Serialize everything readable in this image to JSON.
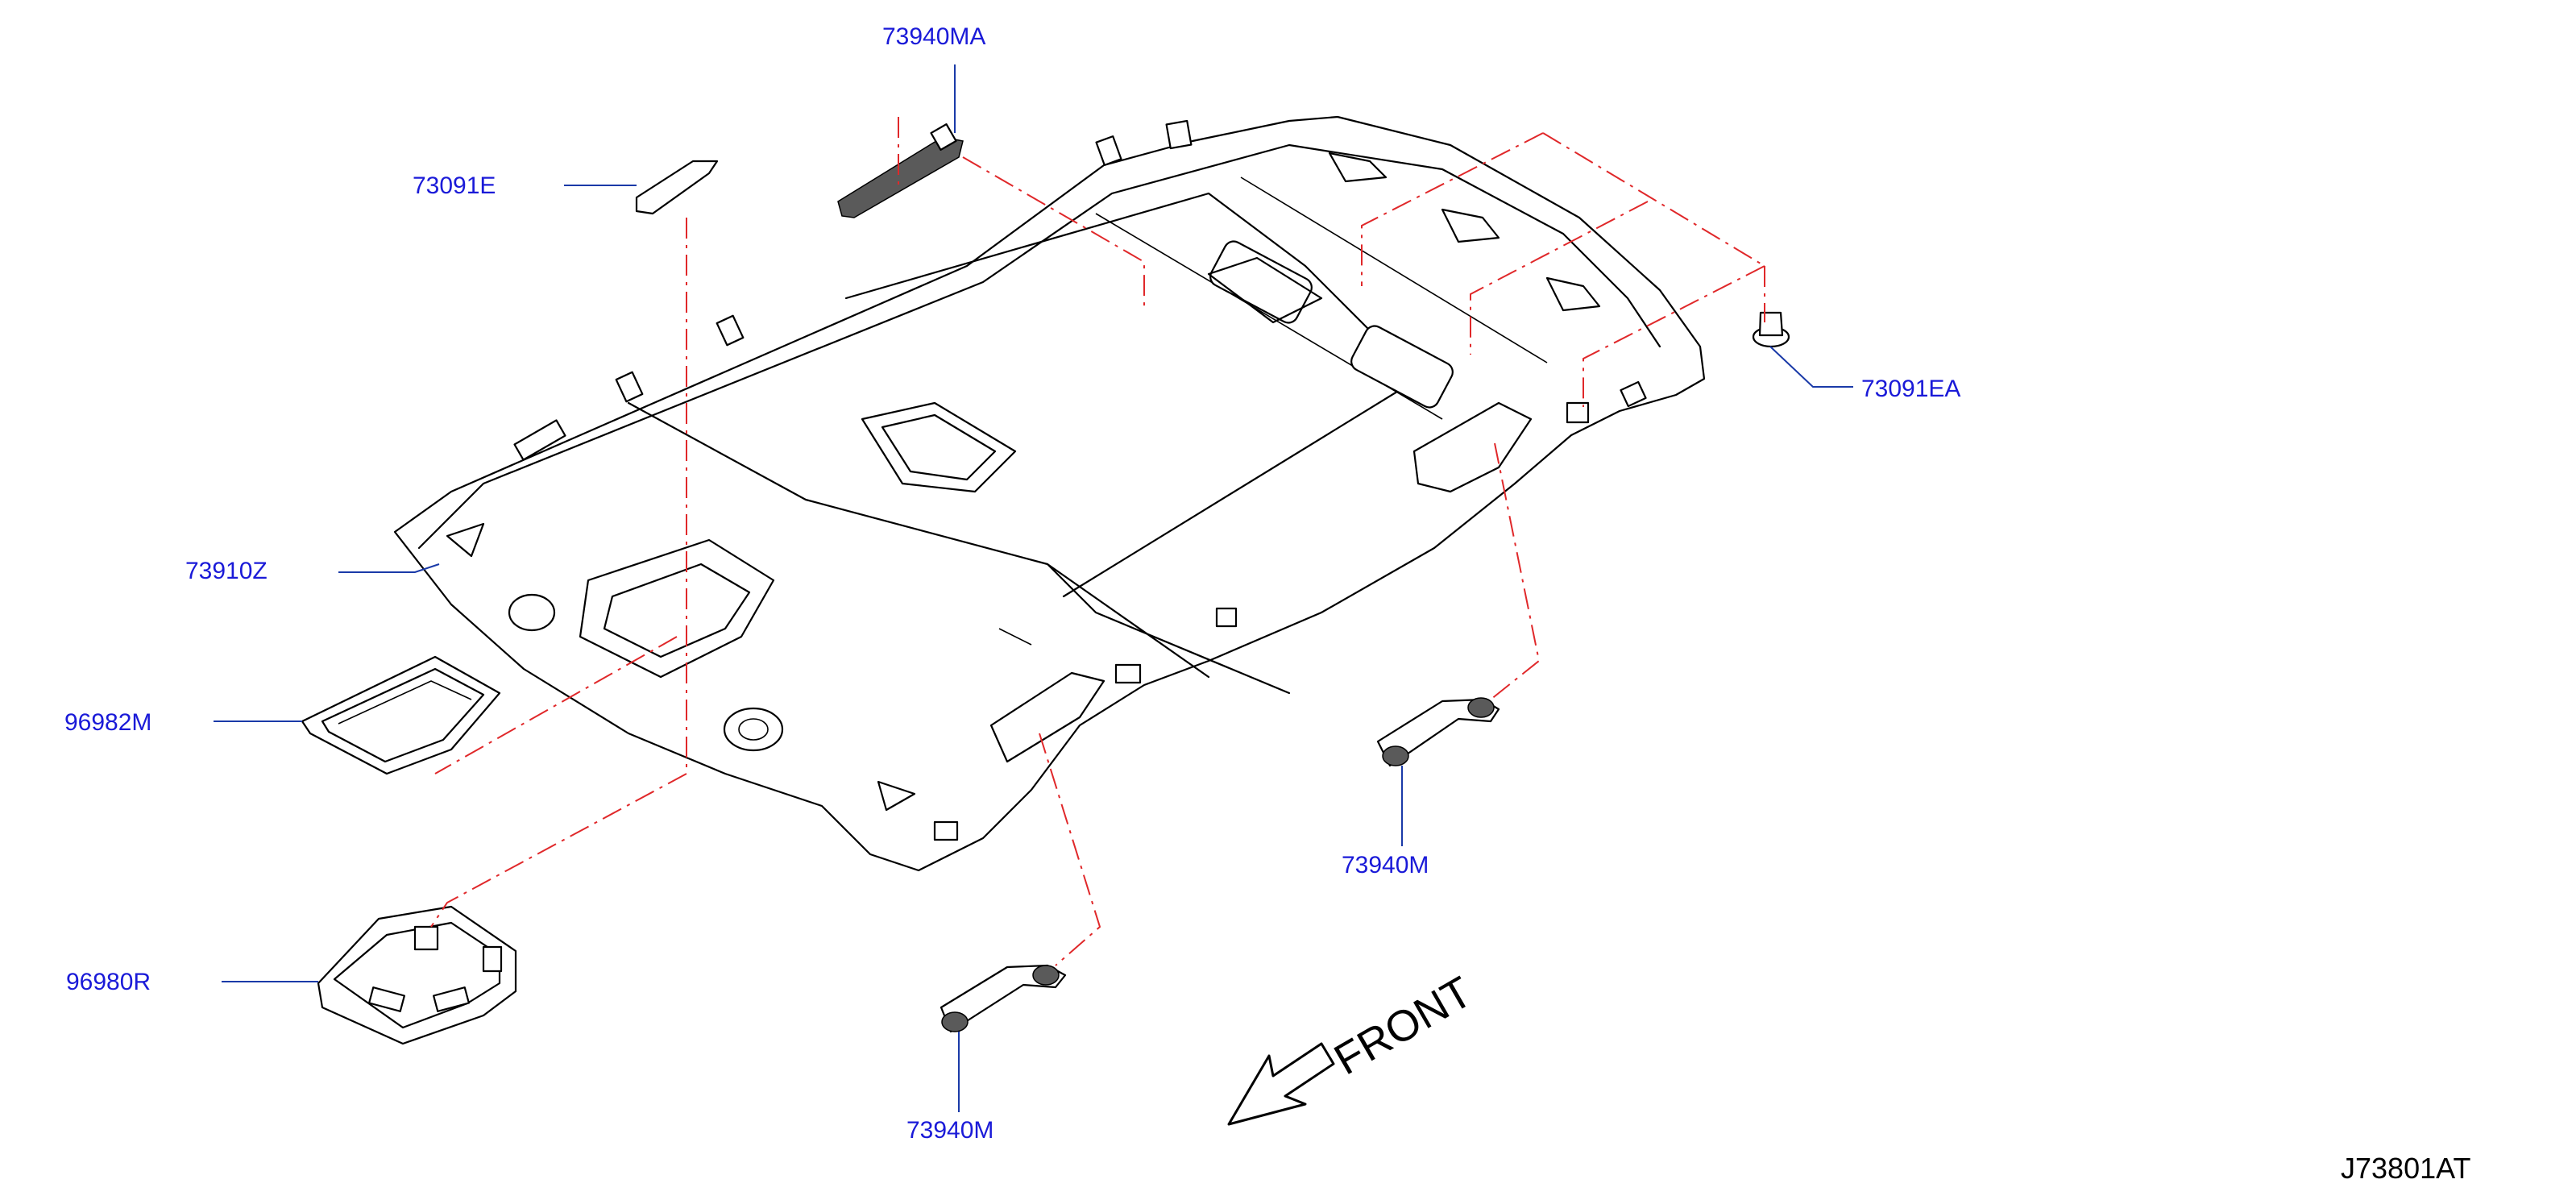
{
  "parts": {
    "p73940MA": "73940MA",
    "p73091E": "73091E",
    "p73091EA": "73091EA",
    "p73910Z": "73910Z",
    "p96982M": "96982M",
    "p96980R": "96980R",
    "p73940M_right": "73940M",
    "p73940M_bottom": "73940M"
  },
  "front_label": "FRONT",
  "reference_code": "J73801AT",
  "colors": {
    "label": "#1a1ad8",
    "leader": "#1a3aa8",
    "dash": "#e0282a",
    "line": "#000000"
  },
  "icons": [
    "front-arrow-icon"
  ]
}
